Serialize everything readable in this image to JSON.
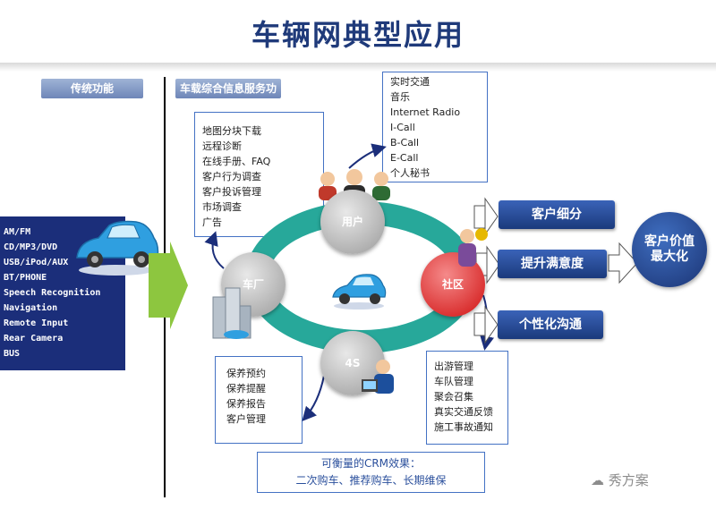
{
  "title": "车辆网典型应用",
  "headers": {
    "traditional": "传统功能",
    "telematics": "车载综合信息服务功能"
  },
  "traditional_items": [
    "AM/FM",
    "CD/MP3/DVD",
    "USB/iPod/AUX",
    "BT/PHONE",
    "Speech Recognition",
    "Navigation",
    "Remote Input",
    "Rear Camera",
    "BUS"
  ],
  "box_oem": [
    "地图分块下载",
    "远程诊断",
    "在线手册、FAQ",
    "客户行为调查",
    "客户投诉管理",
    "市场调查",
    "广告"
  ],
  "box_user": [
    "实时交通",
    "音乐",
    "Internet Radio",
    "I-Call",
    "B-Call",
    "E-Call",
    "个人秘书"
  ],
  "box_4s": [
    "保养预约",
    "保养提醒",
    "保养报告",
    "客户管理"
  ],
  "box_community": [
    "出游管理",
    "车队管理",
    "聚会召集",
    "真实交通反馈",
    "施工事故通知"
  ],
  "nodes": {
    "user": "用户",
    "oem": "车厂",
    "community": "社区",
    "dealer": "4S"
  },
  "right_buttons": [
    "客户细分",
    "提升满意度",
    "个性化沟通"
  ],
  "value": "客户价值最大化",
  "crm": {
    "line1": "可衡量的CRM效果：",
    "line2": "二次购车、推荐购车、长期维保"
  },
  "watermark": "秀方案",
  "colors": {
    "ring": "#27a89a",
    "navy": "#1b2e7a",
    "green": "#8dc63f",
    "red": "#d01010",
    "title": "#1f3a7a"
  }
}
